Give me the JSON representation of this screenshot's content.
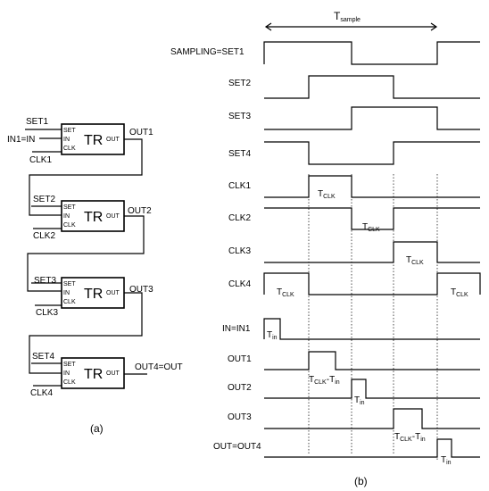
{
  "caption_a": "(a)",
  "caption_b": "(b)",
  "tsample": {
    "main": "T",
    "sub": "sample"
  },
  "block": {
    "title": "TR",
    "pin_set": "SET",
    "pin_in": "IN",
    "pin_clk": "CLK",
    "pin_out": "OUT"
  },
  "blocks": [
    {
      "set": "SET1",
      "in": "IN1=IN",
      "clk": "CLK1",
      "out": "OUT1"
    },
    {
      "set": "SET2",
      "in": "",
      "clk": "CLK2",
      "out": "OUT2"
    },
    {
      "set": "SET3",
      "in": "",
      "clk": "CLK3",
      "out": "OUT3"
    },
    {
      "set": "SET4",
      "in": "",
      "clk": "CLK4",
      "out": "OUT4=OUT"
    }
  ],
  "signals": [
    {
      "label": "SAMPLING=SET1"
    },
    {
      "label": "SET2"
    },
    {
      "label": "SET3"
    },
    {
      "label": "SET4"
    },
    {
      "label": "CLK1"
    },
    {
      "label": "CLK2"
    },
    {
      "label": "CLK3"
    },
    {
      "label": "CLK4"
    },
    {
      "label": "IN=IN1"
    },
    {
      "label": "OUT1"
    },
    {
      "label": "OUT2"
    },
    {
      "label": "OUT3"
    },
    {
      "label": "OUT=OUT4"
    }
  ],
  "pulse_labels": {
    "tclk": {
      "main": "T",
      "sub": "CLK"
    },
    "tin": {
      "main": "T",
      "sub": "in"
    },
    "tdiff": {
      "main": "T",
      "sub": "CLK",
      "tail": "-T",
      "tail_sub": "in"
    }
  }
}
